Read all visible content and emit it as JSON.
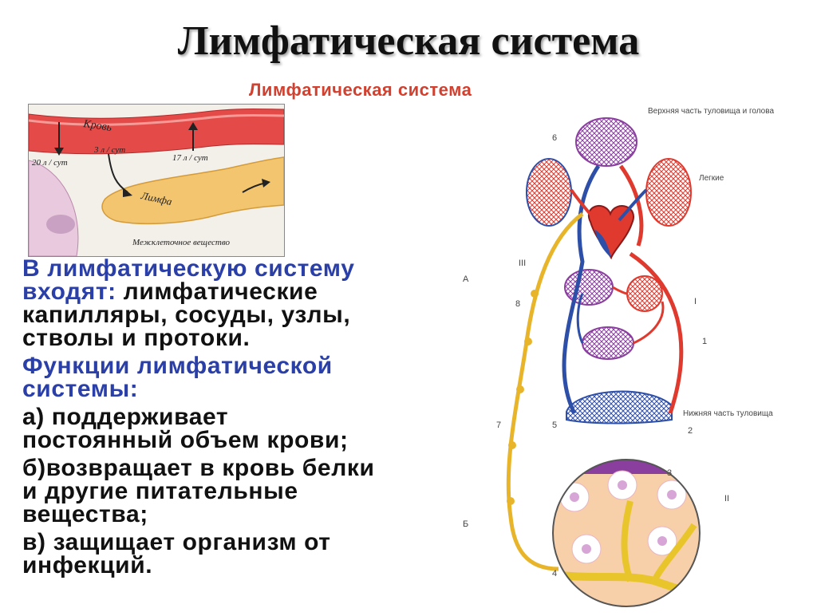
{
  "slide": {
    "title": "Лимфатическая система"
  },
  "figure": {
    "title": "Лимфатическая система"
  },
  "inset": {
    "blood_label": "Кровь",
    "flow_20": "20 л / сут",
    "flow_3": "3 л / сут",
    "flow_17": "17 л / сут",
    "lymph_label": "Лимфа",
    "interstitial_label": "Межклеточное вещество"
  },
  "text": {
    "line1": "В лимфатическую систему",
    "line2_blue": "входят:",
    "line2_dark": " лимфатические",
    "line3": "капилляры, сосуды, узлы,",
    "line4": "стволы и протоки.",
    "line5": "Функции лимфатической",
    "line6": "системы:",
    "func_a1": "а)  поддерживает",
    "func_a2": "постоянный объем крови;",
    "func_b1": "б)возвращает в кровь белки",
    "func_b2": "и другие питательные",
    "func_b3": "вещества;",
    "func_c1": "в)  защищает организм от",
    "func_c2": "инфекций."
  },
  "diagram": {
    "label_upper": "Верхняя часть туловища и голова",
    "label_lungs": "Легкие",
    "label_lower": "Нижняя часть туловища",
    "letter_a": "А",
    "letter_b": "Б",
    "roman_1": "I",
    "roman_2": "II",
    "roman_3": "III",
    "num_1": "1",
    "num_2": "2",
    "num_3": "3",
    "num_4": "4",
    "num_5": "5",
    "num_6": "6",
    "num_7": "7",
    "num_8": "8"
  },
  "colors": {
    "title_red": "#d2402f",
    "text_blue": "#2b3fa8",
    "artery_red": "#e03a2f",
    "vein_blue": "#2e4fa8",
    "lymph_yellow": "#e8b52a"
  }
}
